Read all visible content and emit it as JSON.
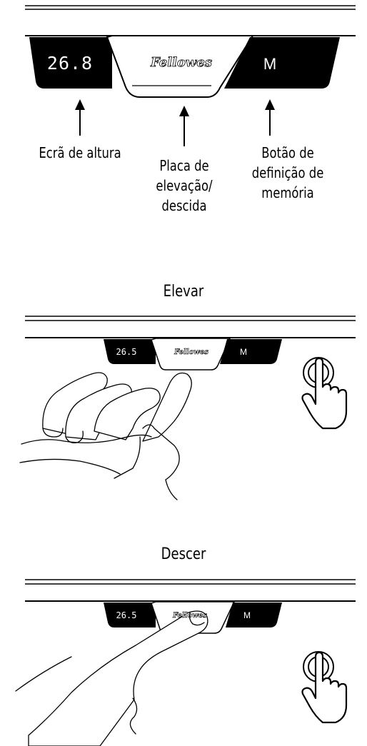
{
  "top_panel": {
    "display_value": "26.8",
    "brand": "Fellowes",
    "memory_label": "M"
  },
  "callouts": {
    "height_display": "Ecrã de altura",
    "lift_plate": [
      "Placa de",
      "elevação/",
      "descida"
    ],
    "memory_button": [
      "Botão de",
      "definição de",
      "memória"
    ]
  },
  "raise_section": {
    "title": "Elevar",
    "display_value": "26.5",
    "brand": "Fellowes",
    "memory_label": "M",
    "gesture_icon": "tap-hand-icon"
  },
  "lower_section": {
    "title": "Descer",
    "display_value": "26.5",
    "brand": "Fellowes",
    "memory_label": "M",
    "gesture_icon": "tap-hand-icon"
  }
}
